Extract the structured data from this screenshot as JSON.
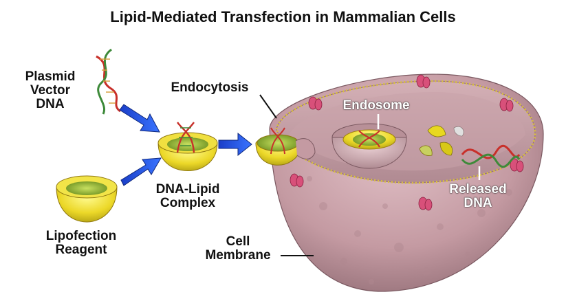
{
  "title": "Lipid-Mediated Transfection in Mammalian Cells",
  "labels": {
    "plasmid": [
      "Plasmid",
      "Vector",
      "DNA"
    ],
    "lipofection": [
      "Lipofection",
      "Reagent"
    ],
    "complex": [
      "DNA-Lipid",
      "Complex"
    ],
    "endocytosis": "Endocytosis",
    "endosome": "Endosome",
    "released": [
      "Released",
      "DNA"
    ],
    "membrane": [
      "Cell",
      "Membrane"
    ]
  },
  "colors": {
    "lipid_yellow": "#e8d820",
    "dna_red": "#c8302a",
    "dna_green": "#3e8a3a",
    "arrow_blue": "#2050d8",
    "cell_pink": "#c8a0a8",
    "receptor_pink": "#d8507a"
  }
}
